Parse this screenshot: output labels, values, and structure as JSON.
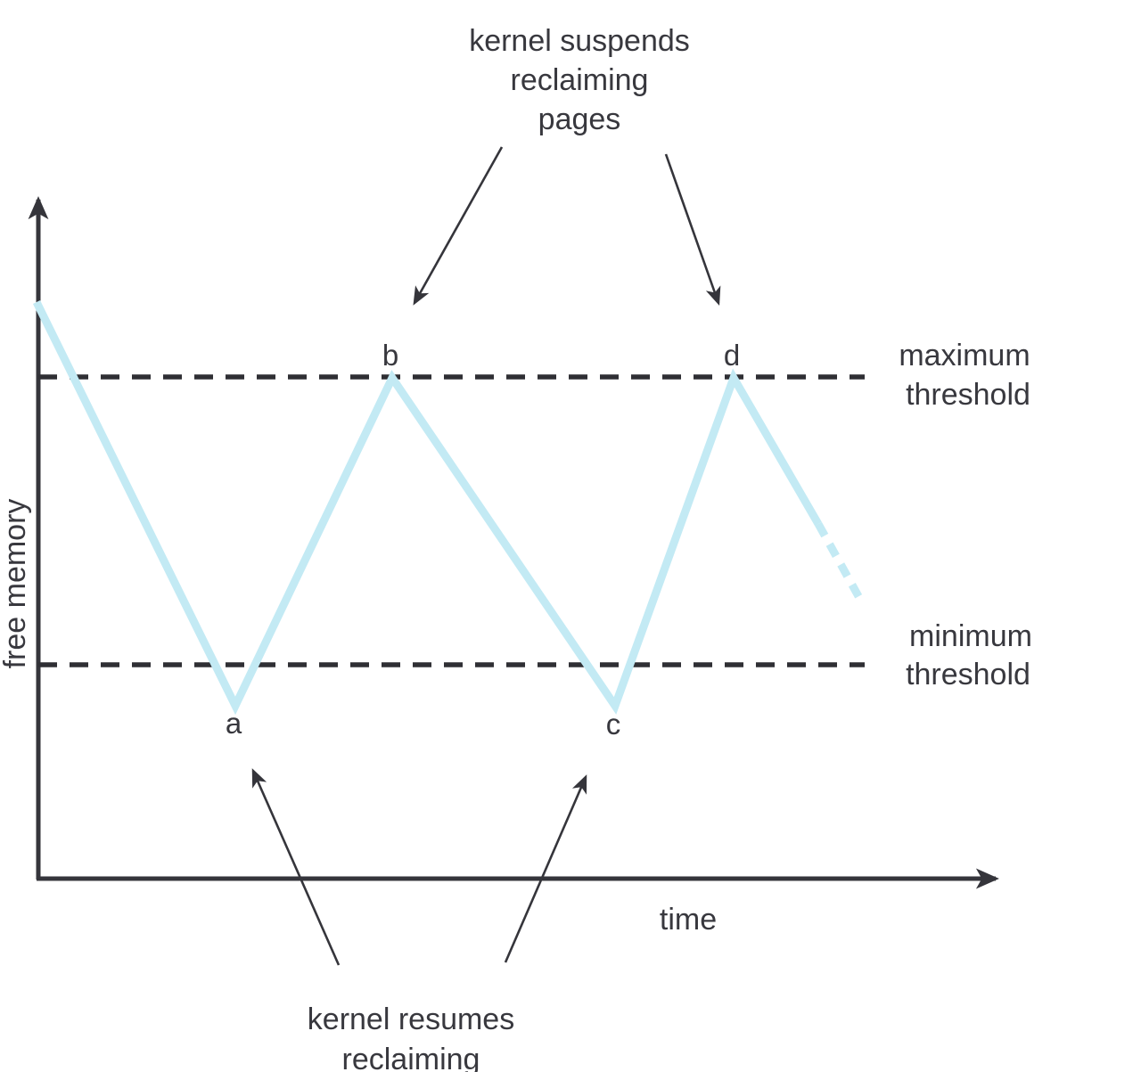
{
  "top_annotation": {
    "line1": "kernel suspends",
    "line2": "reclaiming",
    "line3": "pages"
  },
  "bottom_annotation": {
    "line1": "kernel resumes",
    "line2": "reclaiming"
  },
  "max_threshold_label": {
    "line1": "maximum",
    "line2": "threshold"
  },
  "min_threshold_label": {
    "line1": "minimum",
    "line2": "threshold"
  },
  "axes": {
    "x_label": "time",
    "y_label": "free memory"
  },
  "point_labels": {
    "a": "a",
    "b": "b",
    "c": "c",
    "d": "d"
  },
  "curve": {
    "solid_points": "41,339 264,792 440,424 690,792 823,424 918,588",
    "dashed_points": "918,588 968,678"
  },
  "colors": {
    "ink": "#35353b",
    "curve": "#c3eaf4",
    "background": "#ffffff"
  }
}
